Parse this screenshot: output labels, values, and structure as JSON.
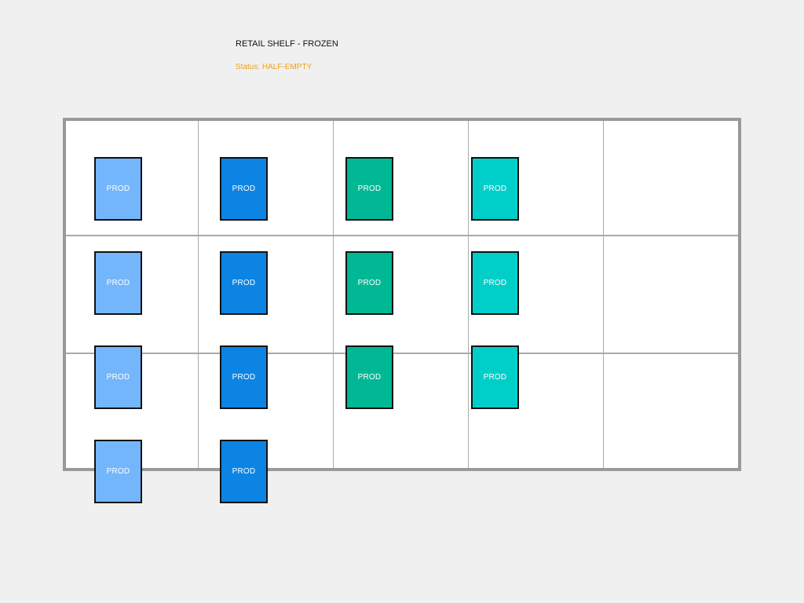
{
  "header": {
    "title": "RETAIL SHELF - FROZEN",
    "status_text": "Status: HALF-EMPTY",
    "status_color": "#f0a11a"
  },
  "shelf": {
    "frame_color": "#999999",
    "columns": 5,
    "rows": 3
  },
  "products": {
    "label": "PROD",
    "columns": [
      {
        "color": "#74b6fc",
        "count": 4
      },
      {
        "color": "#0c84e4",
        "count": 4
      },
      {
        "color": "#00b894",
        "count": 3
      },
      {
        "color": "#00cec9",
        "count": 3
      }
    ]
  }
}
